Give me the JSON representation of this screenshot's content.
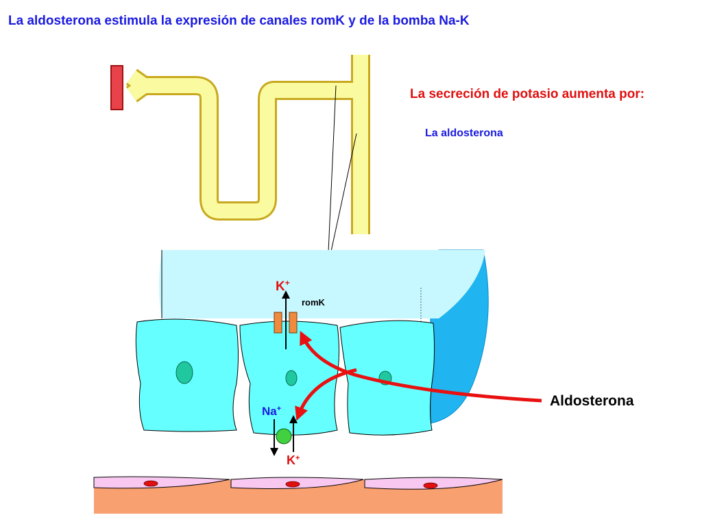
{
  "title": "La aldosterona estimula la expresión de canales romK y de la bomba Na-K",
  "side_panel": {
    "heading": "La secreción de potasio aumenta por:",
    "items": [
      "La aldosterona"
    ]
  },
  "labels": {
    "k_top": "K",
    "k_bottom": "K",
    "na": "Na",
    "plus": "+",
    "romk": "romK",
    "aldosterona": "Aldosterona"
  },
  "colors": {
    "title": "#1a1ae0",
    "heading": "#e01010",
    "tubule_fill": "#fafaa0",
    "tubule_outline": "#c8a81e",
    "glomerulus": "#e8424a",
    "lumen": "#c8f8ff",
    "cell": "#66ffff",
    "duct_wall": "#20b4f0",
    "nucleus": "#20c8a0",
    "romk_channel": "#f08a3c",
    "pump": "#40d040",
    "arrow": "#e81010",
    "interstitium": "#f8a070",
    "capillary_cell": "#f8c8f0"
  }
}
